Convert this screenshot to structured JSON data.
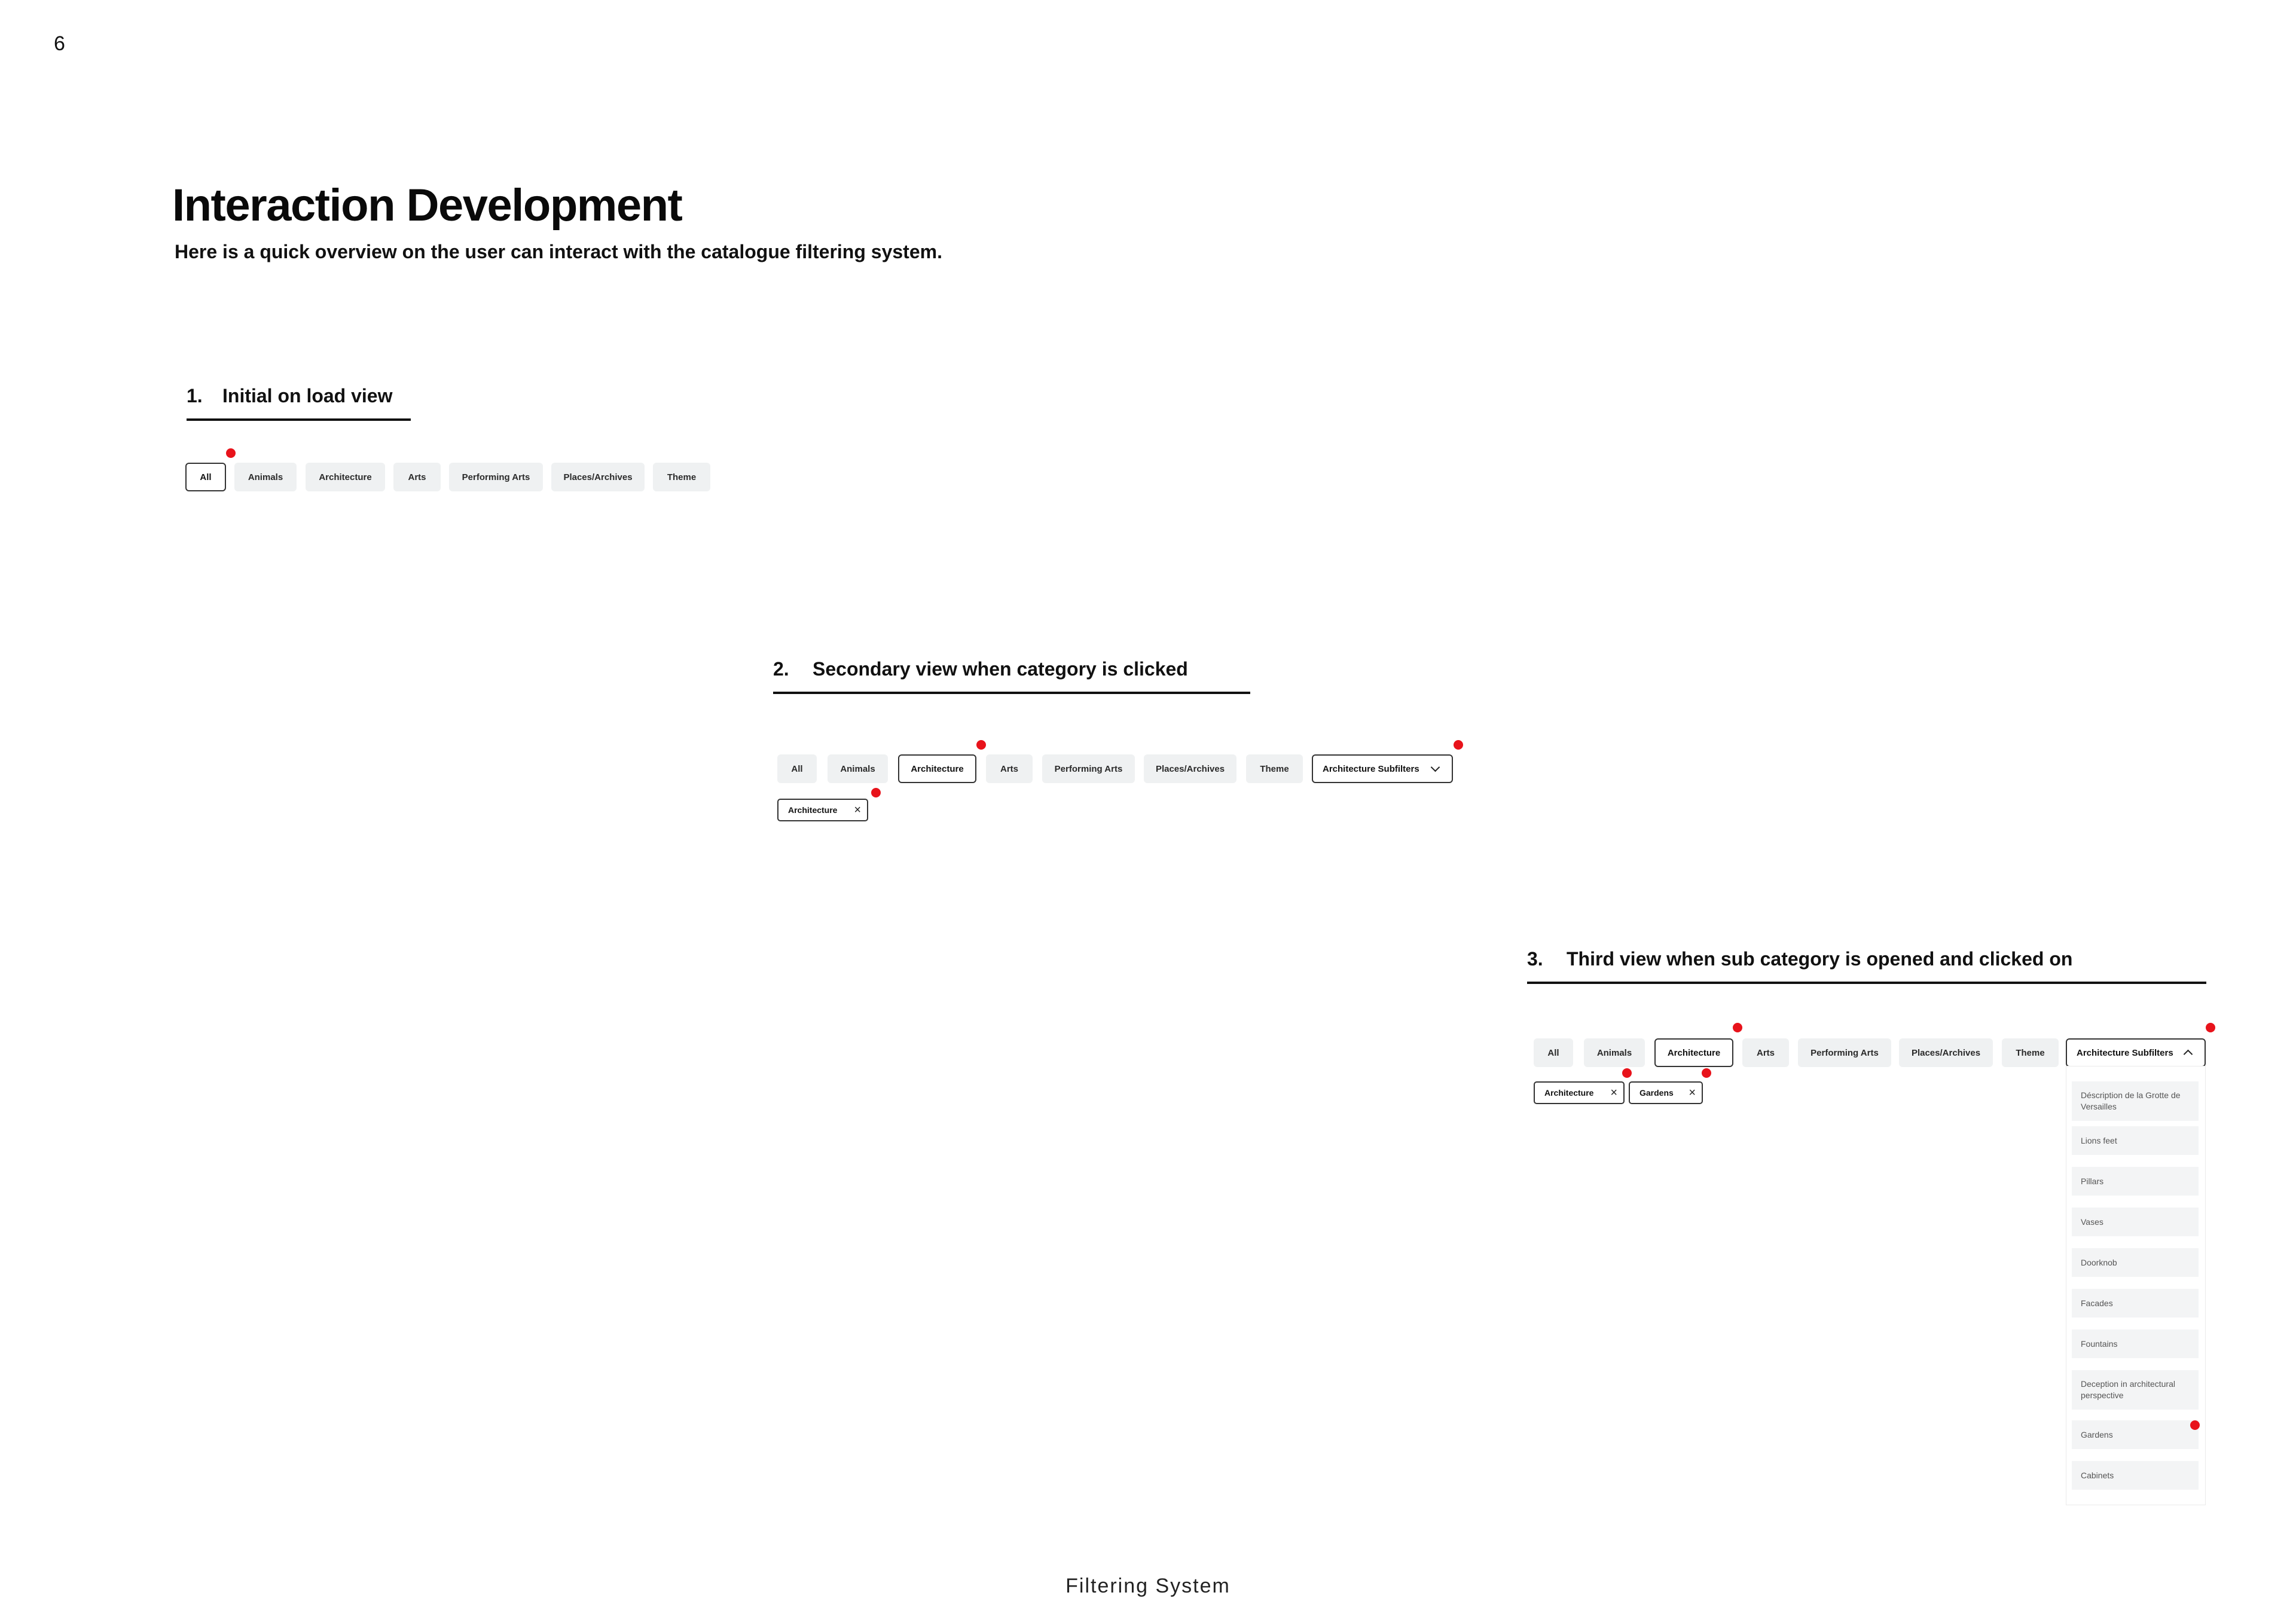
{
  "page": {
    "number": "6",
    "title": "Interaction Development",
    "subtitle": "Here is a quick overview on the user can interact with the catalogue filtering system.",
    "footer": "Filtering System"
  },
  "colors": {
    "marker": "#e8131b",
    "chip_background": "#eff1f2",
    "selected_border": "#333333"
  },
  "categories": [
    "All",
    "Animals",
    "Architecture",
    "Arts",
    "Performing Arts",
    "Places/Archives",
    "Theme"
  ],
  "icons": {
    "remove": "×",
    "collapsed": "chevron-down-icon",
    "expanded": "chevron-up-icon"
  },
  "sections": [
    {
      "number": "1.",
      "heading": "Initial on load view",
      "selected": "All"
    },
    {
      "number": "2.",
      "heading": "Secondary view when category is clicked",
      "selected": "Architecture",
      "subfilter_dropdown": "Architecture Subfilters",
      "dropdown_state": "collapsed",
      "active_tags": [
        "Architecture"
      ]
    },
    {
      "number": "3.",
      "heading": "Third view when  sub category is opened and clicked on",
      "selected": "Architecture",
      "subfilter_dropdown": "Architecture Subfilters",
      "dropdown_state": "expanded",
      "active_tags": [
        "Architecture",
        "Gardens"
      ],
      "subfilter_options": [
        "Déscription de la Grotte de Versailles",
        "Lions feet",
        "Pillars",
        "Vases",
        "Doorknob",
        "Facades",
        "Fountains",
        "Deception in architectural perspective",
        "Gardens",
        "Cabinets"
      ]
    }
  ]
}
